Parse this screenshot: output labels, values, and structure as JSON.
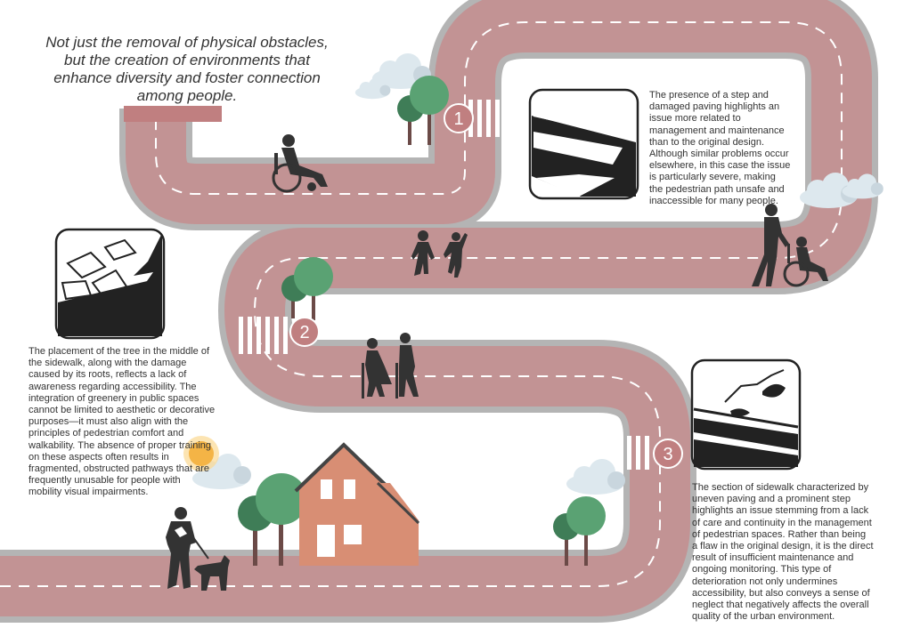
{
  "header": {
    "quote": "Not just the removal of physical obstacles, but the creation of environments that enhance diversity and foster connection among people."
  },
  "points": [
    {
      "number": "1",
      "description": "The presence of a step and damaged paving highlights an issue more related to management and maintenance than to the original design. Although similar problems occur elsewhere, in this case the issue is particularly severe, making the pedestrian path unsafe and inaccessible for many people."
    },
    {
      "number": "2",
      "description": "The placement of the tree in the middle of the sidewalk, along with the damage caused by its roots, reflects a lack of awareness regarding accessibility. The integration of greenery in public spaces cannot be limited to aesthetic or decorative purposes—it must also align with the principles of pedestrian comfort and walkability. The absence of proper training on these aspects often results in fragmented, obstructed pathways that are frequently unusable for people with mobility visual impairments."
    },
    {
      "number": "3",
      "description": "The section of sidewalk characterized by uneven paving and a prominent step highlights an issue stemming from a lack of care and continuity in the management of pedestrian spaces. Rather than being a flaw in the original design, it is the direct result of insufficient maintenance and ongoing monitoring. This type of deterioration not only undermines accessibility, but also conveys a sense of neglect that negatively affects the overall quality of the urban environment."
    }
  ],
  "colors": {
    "path": "#c29394",
    "path_border": "#b4b4b4",
    "marker": "#c07f80",
    "dash": "#ffffff",
    "house": "#d88e74",
    "tree_dark": "#3f7d57",
    "tree_light": "#5aa273",
    "trunk": "#6b4a47",
    "figure": "#333333",
    "sun": "#f4b446"
  },
  "icons": [
    "wheelchair-user-icon",
    "children-icon",
    "caregiver-wheelchair-icon",
    "elderly-couple-icon",
    "blind-person-guide-dog-icon",
    "house-icon",
    "tree-icon",
    "cloud-icon",
    "sun-icon"
  ]
}
